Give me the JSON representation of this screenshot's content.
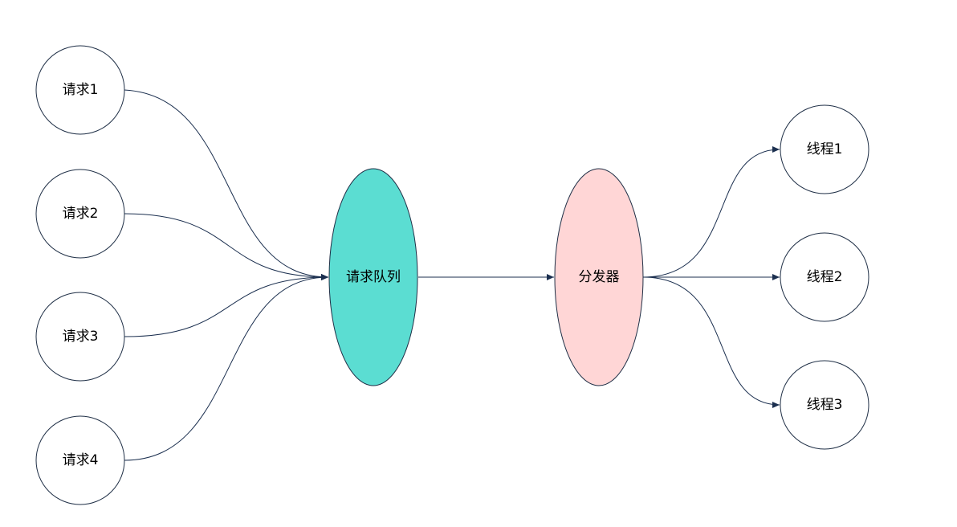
{
  "diagram": {
    "colors": {
      "edge": "#1b2f4f",
      "node_stroke": "#1f2f46",
      "plain_fill": "#ffffff",
      "queue_fill": "#5bddd2",
      "dispatcher_fill": "#ffd6d6"
    },
    "requests": [
      {
        "label": "请求1"
      },
      {
        "label": "请求2"
      },
      {
        "label": "请求3"
      },
      {
        "label": "请求4"
      }
    ],
    "queue": {
      "label": "请求队列"
    },
    "dispatcher": {
      "label": "分发器"
    },
    "threads": [
      {
        "label": "线程1"
      },
      {
        "label": "线程2"
      },
      {
        "label": "线程3"
      }
    ]
  }
}
